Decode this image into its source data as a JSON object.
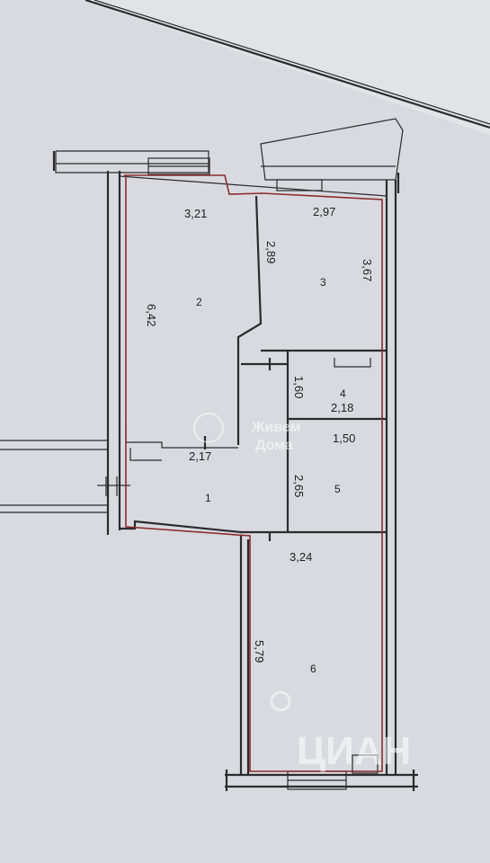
{
  "rooms": [
    {
      "number": "1"
    },
    {
      "number": "2"
    },
    {
      "number": "3"
    },
    {
      "number": "4"
    },
    {
      "number": "5"
    },
    {
      "number": "6"
    }
  ],
  "dimensions": {
    "room2_width": "3,21",
    "room2_length": "6,42",
    "room3_width": "2,97",
    "room3_left": "2,89",
    "room3_right": "3,67",
    "room4_height": "1,60",
    "room4_width": "2,18",
    "room5_width": "1,50",
    "room5_height": "2,65",
    "hall_width": "2,17",
    "room6_width": "3,24",
    "room6_length": "5,79"
  },
  "watermarks": {
    "center_line1": "Живем",
    "center_line2": "Дома",
    "brand": "ЦИАН"
  },
  "colors": {
    "paper": "#d9dadf",
    "walls": "#2b2b2e",
    "unit_outline": "#8a2c2c"
  }
}
